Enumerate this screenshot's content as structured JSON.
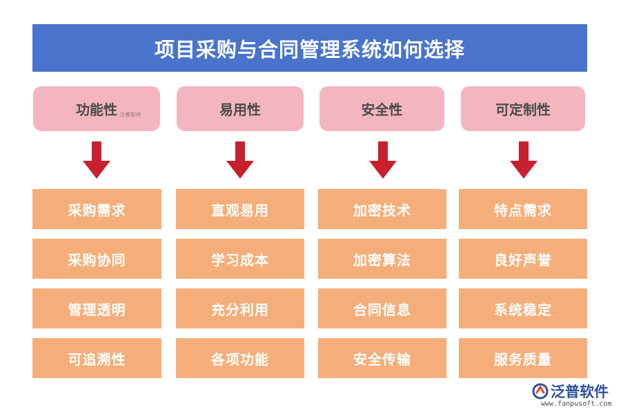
{
  "title": "项目采购与合同管理系统如何选择",
  "columns": [
    {
      "header": "功能性",
      "items": [
        "采购需求",
        "采购协同",
        "管理透明",
        "可追溯性"
      ]
    },
    {
      "header": "易用性",
      "items": [
        "直观易用",
        "学习成本",
        "充分利用",
        "各项功能"
      ]
    },
    {
      "header": "安全性",
      "items": [
        "加密技术",
        "加密算法",
        "合同信息",
        "安全传输"
      ]
    },
    {
      "header": "可定制性",
      "items": [
        "特点需求",
        "良好声誉",
        "系统稳定",
        "服务质量"
      ]
    }
  ],
  "watermark": "泛普软件",
  "footer": {
    "brand": "泛普软件",
    "url": "www.fanpusoft.com"
  },
  "colors": {
    "title_bg": "#4a74cc",
    "header_bg": "#f3b6c0",
    "item_bg": "#f5ae7a",
    "arrow": "#c8202e",
    "brand": "#2d4f9e"
  },
  "icons": [
    "arrow-down-icon",
    "fanpu-logo-icon"
  ]
}
